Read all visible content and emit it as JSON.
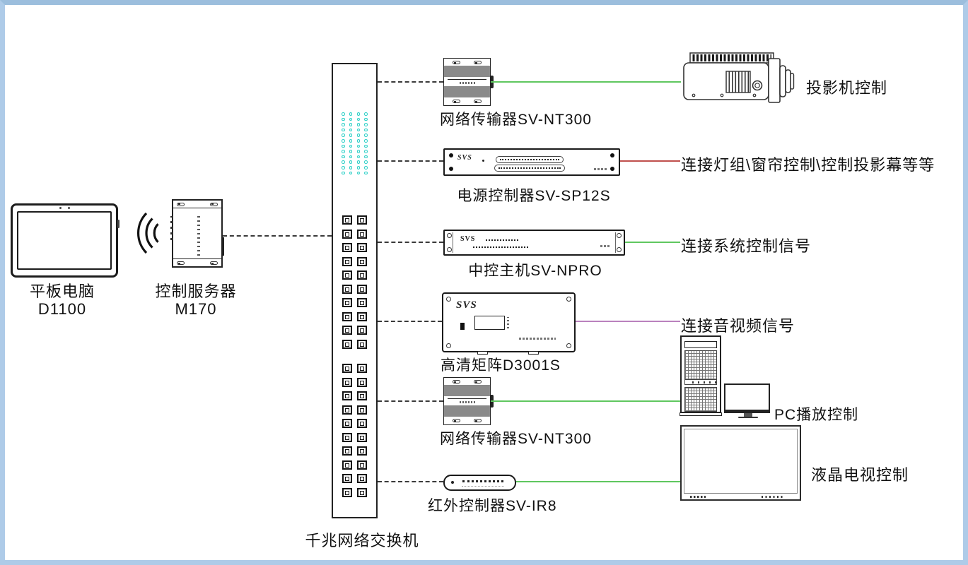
{
  "colors": {
    "frame-blue": "#aecbe8",
    "green": "#5fc75f",
    "red": "#c0504d",
    "purple": "#ba82be",
    "cyan": "#35d0c8",
    "device-gray": "#8a8a8a"
  },
  "diagram": {
    "tablet": {
      "name": "平板电脑",
      "model": "D1100"
    },
    "server": {
      "name": "控制服务器",
      "model": "M170"
    },
    "switch": {
      "label": "千兆网络交换机",
      "leds": {
        "cols": 4,
        "rows": 12
      },
      "ports": {
        "columns": 2,
        "groups": [
          10,
          10
        ]
      }
    },
    "brand": "SVS",
    "branches": [
      {
        "device": "网络传输器SV-NT300",
        "target": "投影机控制"
      },
      {
        "device": "电源控制器SV-SP12S",
        "target": "连接灯组\\窗帘控制\\控制投影幕等等"
      },
      {
        "device": "中控主机SV-NPRO",
        "target": "连接系统控制信号"
      },
      {
        "device": "高清矩阵D3001S",
        "target": "连接音视频信号"
      },
      {
        "device": "网络传输器SV-NT300",
        "target": "PC播放控制"
      },
      {
        "device": "红外控制器SV-IR8",
        "target": "液晶电视控制"
      }
    ]
  }
}
